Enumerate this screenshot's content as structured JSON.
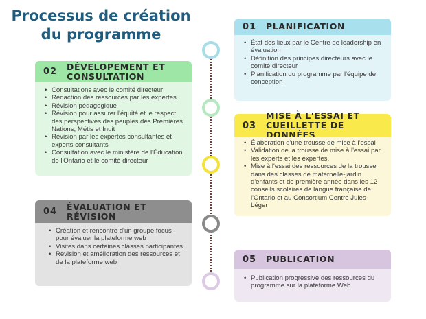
{
  "title": "Processus de création du programme",
  "steps": [
    {
      "num": "01",
      "label": "PLANIFICATION",
      "colors": {
        "head": "#a8e0ed",
        "body": "#e3f4f8",
        "circle": "#a8dce6"
      },
      "items": [
        "État des lieux par le Centre de leadership en évaluation",
        "Définition des principes directeurs avec le comité directeur",
        "Planification du programme par l'équipe de conception"
      ]
    },
    {
      "num": "02",
      "label": "DÉVELOPEMENT ET CONSULTATION",
      "colors": {
        "head": "#9ee6a6",
        "body": "#e2f6e4",
        "circle": "#b5e8c0"
      },
      "items": [
        "Consultations avec le comité directeur",
        "Rédaction des ressources par les expertes.",
        "Révision pédagogique",
        "Révision pour assurer l'équité et le respect des perspectives des peuples des Premières Nations, Métis et Inuit",
        "Révision par les expertes consultantes et experts consultants",
        "Consultation avec le ministère de l'Éducation de l'Ontario et le comité directeur"
      ]
    },
    {
      "num": "03",
      "label": "MISE À L'ESSAI ET CUEILLETTE DE DONNÉES",
      "colors": {
        "head": "#fae94a",
        "body": "#fbf7d8",
        "circle": "#f3e23a"
      },
      "items": [
        "Élaboration d'une trousse de mise à l'essai",
        "Validation de la trousse de mise à l'essai par les experts et les expertes.",
        "Mise à l'essai des ressources de la trousse dans des classes de maternelle-jardin d'enfants et de première année dans les 12 conseils scolaires de langue française de l'Ontario et au Consortium Centre Jules-Léger"
      ]
    },
    {
      "num": "04",
      "label": "ÉVALUATION ET RÉVISION",
      "colors": {
        "head": "#8e8e8e",
        "body": "#e3e3e3",
        "circle": "#8a8a8a"
      },
      "items": [
        "Création et rencontre d'un groupe focus pour évaluer la plateforme web",
        "Visites dans certaines classes participantes",
        "Révision et amélioration des ressources et de la plateforme web"
      ]
    },
    {
      "num": "05",
      "label": "PUBLICATION",
      "colors": {
        "head": "#d7c4df",
        "body": "#efe7f2",
        "circle": "#dcc9e4"
      },
      "items": [
        "Publication progressive des ressources du programme sur la plateforme Web"
      ]
    }
  ]
}
